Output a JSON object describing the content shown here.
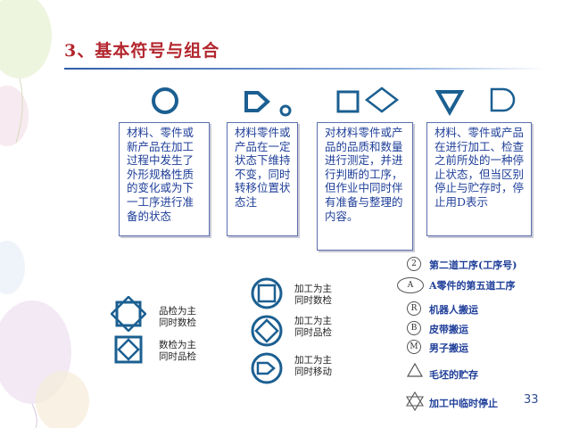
{
  "slide": {
    "title": "3、基本符号与组合",
    "page_number": "33"
  },
  "descriptions": [
    "材料、零件或新产品在加工过程中发生了外形规格性质的变化或为下一工序进行准备的状态",
    "材料零件或产品在一定状态下维持不变，同时转移位置状态注",
    "对材料零件或产品的品质和数量进行测定，并进行判断的工序，但作业中同时伴有准备与整理的内容。",
    "材料、零件或产品在进行加工、检查之前所处的一种停止状态，但当区别停止与贮存时，停止用D表示"
  ],
  "combinations": {
    "left": [
      "品检为主\n同时数检",
      "数检为主\n同时品检"
    ],
    "middle": [
      "加工为主\n同时数检",
      "加工为主\n同时品检",
      "加工为主\n同时移动"
    ]
  },
  "legend": [
    {
      "symbol": "2",
      "text": "第二道工序(工序号)"
    },
    {
      "symbol": "A",
      "text": "A零件的第五道工序"
    },
    {
      "symbol": "R",
      "text": "机器人搬运"
    },
    {
      "symbol": "B",
      "text": "皮带搬运"
    },
    {
      "symbol": "M",
      "text": "男子搬运"
    },
    {
      "symbol": "triangle",
      "text": "毛坯的贮存"
    },
    {
      "symbol": "star-of-david",
      "text": "加工中临时停止"
    }
  ],
  "colors": {
    "title": "#b3262e",
    "symbol_stroke": "#1b5f91",
    "box_text": "#1f3f99",
    "box_border": "#5b6fb0"
  }
}
